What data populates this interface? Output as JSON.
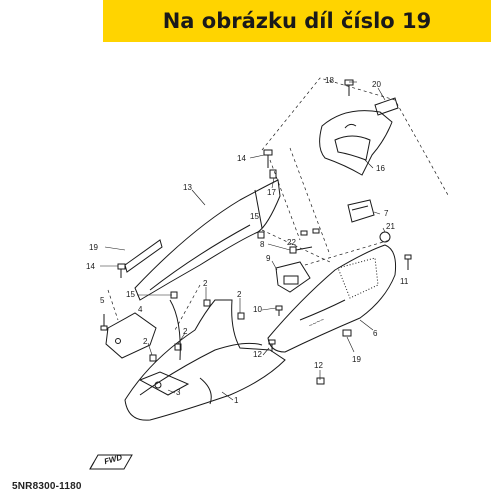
{
  "banner": {
    "text": "Na obrázku díl číslo 19"
  },
  "diagram": {
    "callouts": [
      "1",
      "2",
      "3",
      "4",
      "5",
      "6",
      "7",
      "8",
      "9",
      "10",
      "11",
      "12",
      "13",
      "14",
      "15",
      "16",
      "17",
      "18",
      "19",
      "20",
      "21",
      "22"
    ],
    "direction_label": "FWD",
    "part_code": "5NR8300-1180"
  },
  "colors": {
    "banner_bg": "#ffd400",
    "line": "#1a1a1a"
  }
}
